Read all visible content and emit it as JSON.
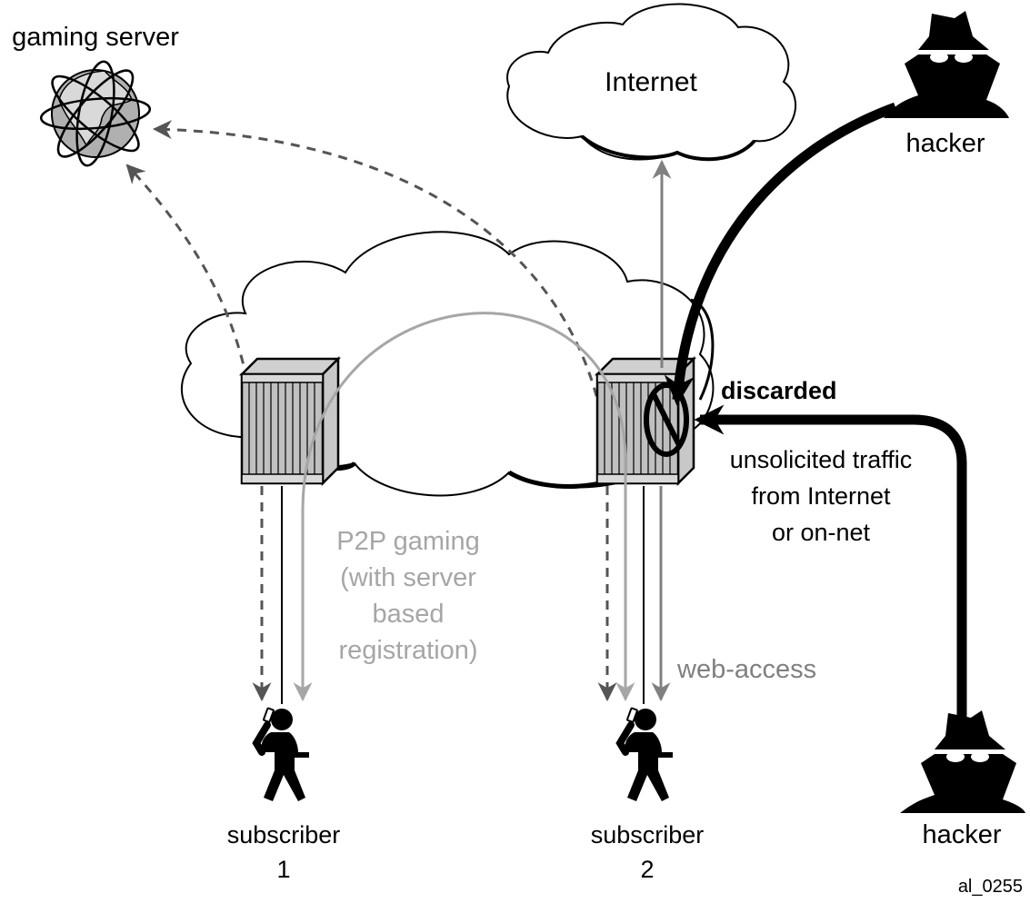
{
  "labels": {
    "gaming_server": "gaming server",
    "internet": "Internet",
    "hacker_top": "hacker",
    "hacker_bottom": "hacker",
    "discarded": "discarded",
    "unsolicited_line1": "unsolicited traffic",
    "unsolicited_line2": "from Internet",
    "unsolicited_line3": "or on-net",
    "p2p_line1": "P2P gaming",
    "p2p_line2": "(with server",
    "p2p_line3": "based",
    "p2p_line4": "registration)",
    "web_access": "web-access",
    "subscriber1_line1": "subscriber",
    "subscriber1_line2": "1",
    "subscriber2_line1": "subscriber",
    "subscriber2_line2": "2",
    "figure_id": "al_0255"
  },
  "colors": {
    "black": "#000000",
    "dashed_arrow": "#595959",
    "p2p_gray": "#a6a6a6",
    "web_gray": "#808080",
    "device_fill": "#c8c8c8"
  }
}
